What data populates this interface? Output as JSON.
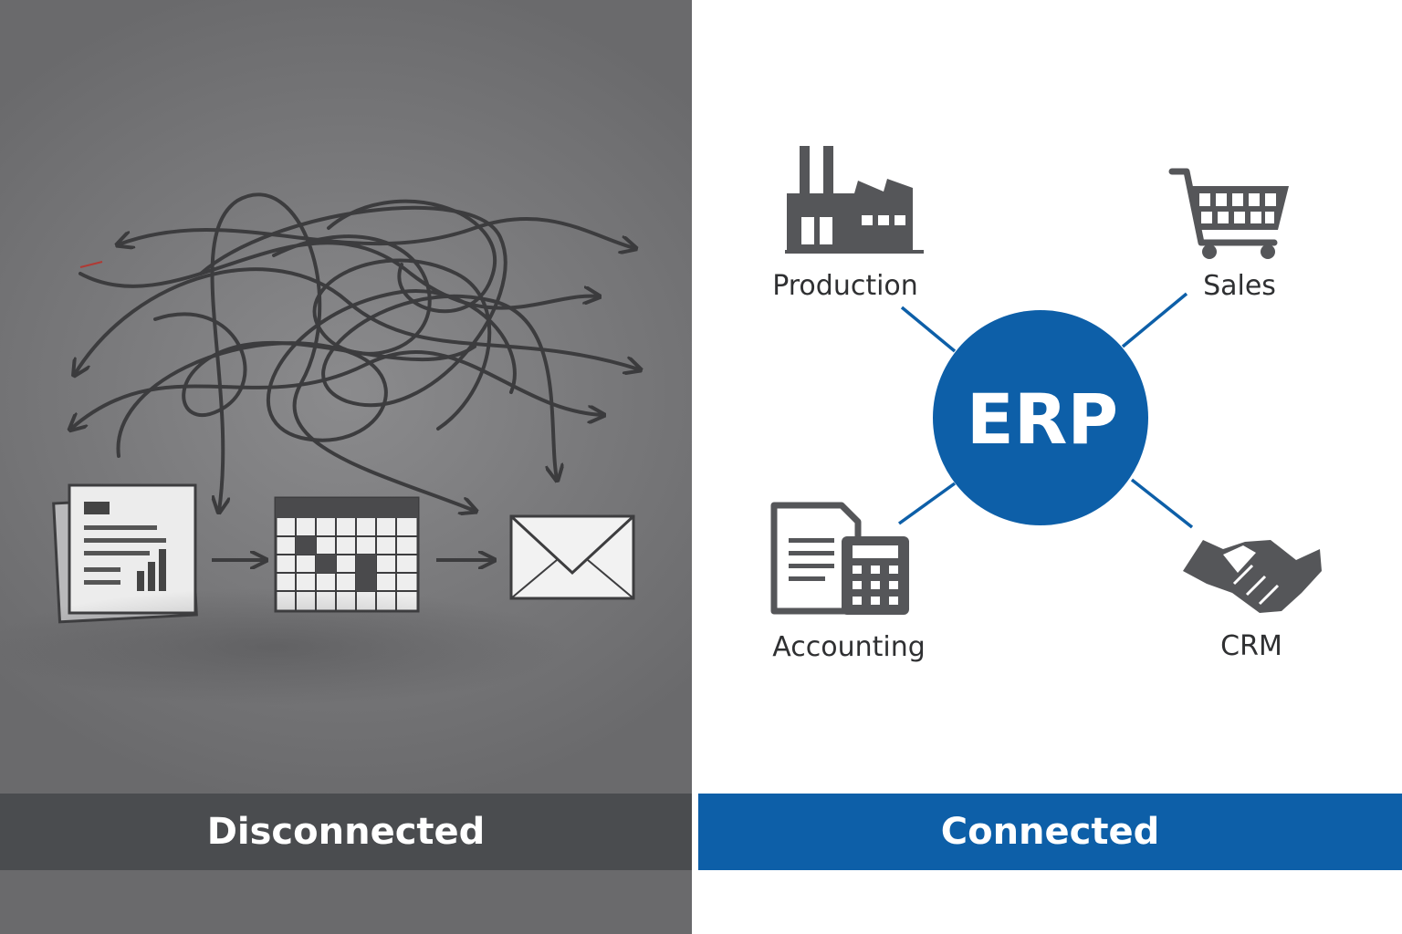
{
  "left": {
    "banner": "Disconnected"
  },
  "right": {
    "banner": "Connected",
    "hub": {
      "label": "ERP",
      "color": "#0d5fa8"
    },
    "nodes": [
      {
        "label": "Production",
        "icon": "factory-icon"
      },
      {
        "label": "Sales",
        "icon": "shopping-cart-icon"
      },
      {
        "label": "Accounting",
        "icon": "document-calculator-icon"
      },
      {
        "label": "CRM",
        "icon": "handshake-icon"
      }
    ]
  },
  "colors": {
    "accent": "#0d5fa8",
    "dark_banner": "#4a4c4f",
    "icon_gray": "#555659"
  }
}
